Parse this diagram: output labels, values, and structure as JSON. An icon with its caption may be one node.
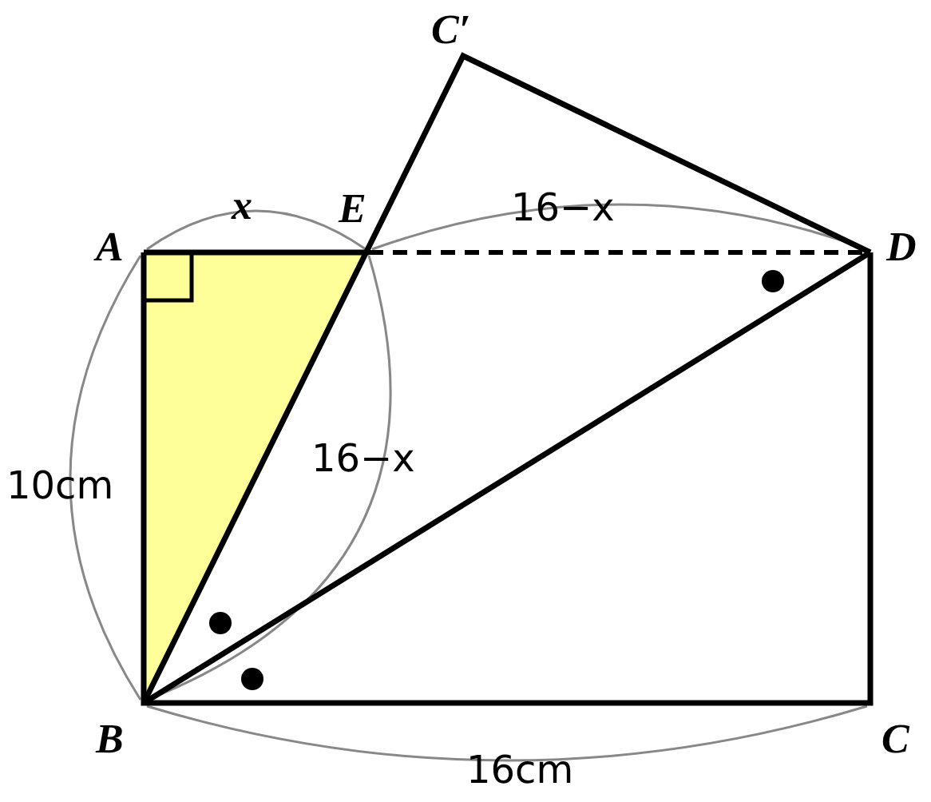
{
  "diagram": {
    "labels": [
      "C′",
      "A",
      "x",
      "E",
      "16−x",
      "D",
      "10cm",
      "16−x",
      "B",
      "C",
      "16cm"
    ]
  }
}
